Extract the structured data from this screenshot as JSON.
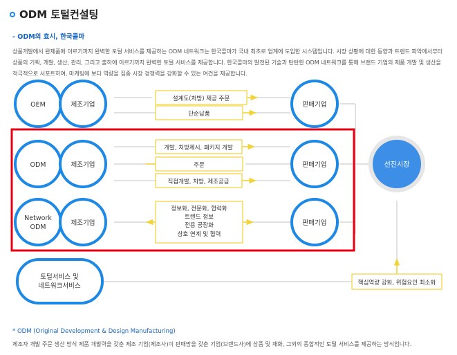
{
  "header": {
    "title": "ODM 토털컨설팅",
    "subtitle": "- ODM의 효시, 한국콜마",
    "intro": "상품개발에서 완제품에 이르기까지 완벽한 토털 서비스를 제공하는 ODM 네트워크는 한국콜마가 국내 최초로 업계에 도입한 시스템입니다. 시장 상황에 대한 동향과 트렌드 파악에서부터 상품의 기획, 개발, 생산, 관리, 그리고 출하에 이르기까지 완벽한 토털 서비스를 제공합니다. 한국콜마의 발전된 기술과 탄탄한 ODM 네트워크를 통해 브랜드 기업의 제품 개발 및 생산을 적극적으로 서포트하여, 마케팅에 보다 역량을 집중 시장 경쟁력을 강화할 수 있는 여건을 제공합니다."
  },
  "diagram": {
    "oem": {
      "left": "OEM",
      "maker": "제조기업",
      "seller": "판매기업",
      "flows": [
        "설계도(처방) 제공 주문",
        "단순납품"
      ]
    },
    "odm": {
      "left": "ODM",
      "maker": "제조기업",
      "seller": "판매기업",
      "flows": [
        "개발, 처방제시, 패키지 개발",
        "주문",
        "직접개발, 처방, 제조공급"
      ]
    },
    "network": {
      "left_lines": [
        "Network",
        "ODM"
      ],
      "maker": "제조기업",
      "seller": "판매기업",
      "flow_lines": [
        "정보화, 전문화, 협력화",
        "트렌드 정보",
        "전용 공장화",
        "상호 연계 및 협력"
      ]
    },
    "market": "선진시장",
    "total_service_lines": [
      "토털서비스 및",
      "네트워크서비스"
    ],
    "core": "핵심역량 강화, 위험요인 최소화"
  },
  "footnote": {
    "title": "* ODM (Original Development & Design Manufacturing)",
    "text": "제조자 개발 주문 생산 방식 제품 개발력을 갖춘 제조 기업(제조사)이 판매망을 갖춘 기업(브랜드사)에 상품 및 재화, 그외의 종합적인 토털 서비스를 제공하는 방식입니다."
  },
  "colors": {
    "blue": "#1e88e5",
    "market_fill": "#3d8ee6",
    "highlight": "#e60012",
    "arrow": "#f2d33a",
    "line": "#c9c9c9"
  }
}
